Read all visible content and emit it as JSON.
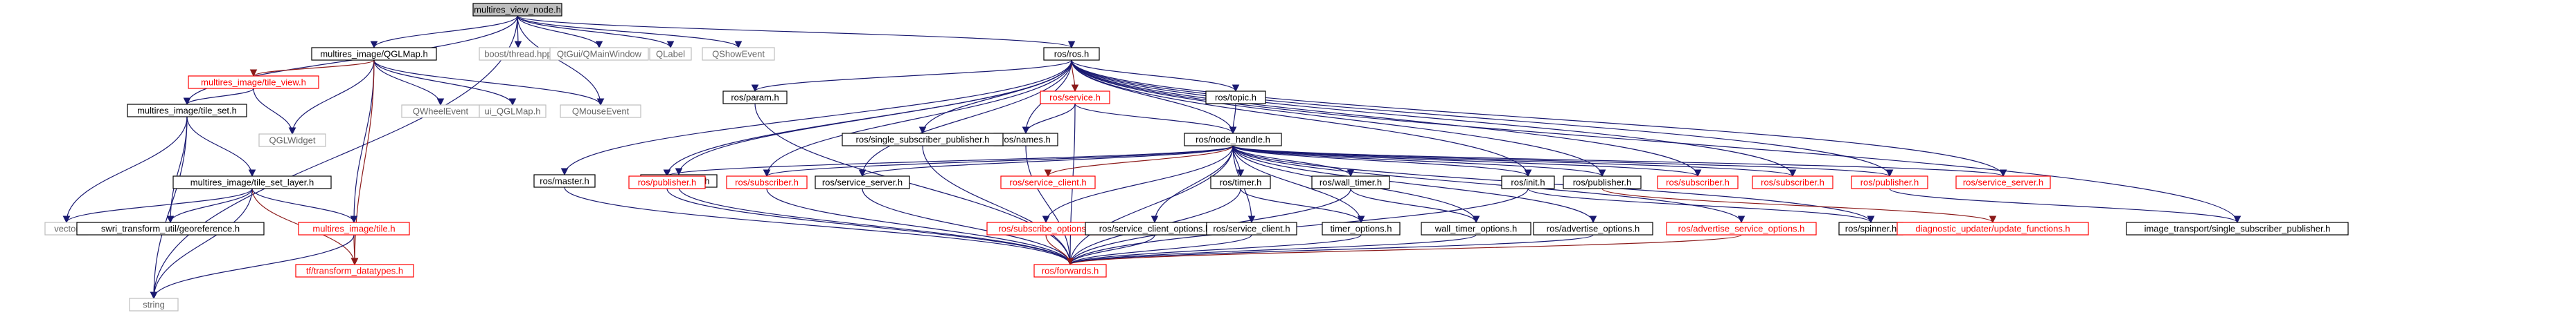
{
  "colors": {
    "edge_navy": "#191970",
    "edge_red": "#8b1a1a",
    "edge_gray": "#a9a9a9",
    "node_border_black": "#000000",
    "node_border_red": "#ff0000",
    "node_border_gray": "#bfbfbf",
    "root_fill": "#bfbfbf",
    "red_text": "#ff0000",
    "gray_text": "#666666"
  },
  "nodes": [
    {
      "id": "root",
      "label": "multires_view_node.h",
      "kind": "root"
    },
    {
      "id": "string",
      "label": "string",
      "kind": "external"
    },
    {
      "id": "tile_set",
      "label": "multires_image/tile_set.h",
      "kind": "file"
    },
    {
      "id": "qglmap",
      "label": "multires_image/QGLMap.h",
      "kind": "file"
    },
    {
      "id": "qmouse",
      "label": "QMouseEvent",
      "kind": "external"
    },
    {
      "id": "boostthread",
      "label": "boost/thread.hpp",
      "kind": "external"
    },
    {
      "id": "qmainwin",
      "label": "QtGui/QMainWindow",
      "kind": "external"
    },
    {
      "id": "qlabel",
      "label": "QLabel",
      "kind": "external"
    },
    {
      "id": "qshow",
      "label": "QShowEvent",
      "kind": "external"
    },
    {
      "id": "rosros",
      "label": "ros/ros.h",
      "kind": "file"
    },
    {
      "id": "tile_view",
      "label": "multires_image/tile_view.h",
      "kind": "red"
    },
    {
      "id": "qwheel",
      "label": "QWheelEvent",
      "kind": "external"
    },
    {
      "id": "ui_qglmap",
      "label": "ui_QGLMap.h",
      "kind": "external"
    },
    {
      "id": "qglwidget",
      "label": "QGLWidget",
      "kind": "external"
    },
    {
      "id": "tile_set_layer",
      "label": "multires_image/tile_set_layer.h",
      "kind": "file"
    },
    {
      "id": "vector",
      "label": "vector",
      "kind": "external"
    },
    {
      "id": "georef",
      "label": "swri_transform_util/georeference.h",
      "kind": "file"
    },
    {
      "id": "tile",
      "label": "multires_image/tile.h",
      "kind": "red"
    },
    {
      "id": "tftrans",
      "label": "tf/transform_datatypes.h",
      "kind": "red"
    },
    {
      "id": "rosmaster",
      "label": "ros/master.h",
      "kind": "file"
    },
    {
      "id": "thisnode",
      "label": "ros/this_node.h",
      "kind": "file"
    },
    {
      "id": "rosparam",
      "label": "ros/param.h",
      "kind": "file"
    },
    {
      "id": "rosservice",
      "label": "ros/service.h",
      "kind": "red"
    },
    {
      "id": "rosnames",
      "label": "ros/names.h",
      "kind": "file"
    },
    {
      "id": "singlesubpub",
      "label": "ros/single_subscriber_publisher.h",
      "kind": "file"
    },
    {
      "id": "rostopic",
      "label": "ros/topic.h",
      "kind": "file"
    },
    {
      "id": "nodehandle",
      "label": "ros/node_handle.h",
      "kind": "file"
    },
    {
      "id": "publisher1",
      "label": "ros/publisher.h",
      "kind": "red"
    },
    {
      "id": "subscriber1",
      "label": "ros/subscriber.h",
      "kind": "red"
    },
    {
      "id": "serviceserver1",
      "label": "ros/service_server.h",
      "kind": "file"
    },
    {
      "id": "serviceclient1",
      "label": "ros/service_client.h",
      "kind": "red"
    },
    {
      "id": "timer",
      "label": "ros/timer.h",
      "kind": "file"
    },
    {
      "id": "walltimer",
      "label": "ros/wall_timer.h",
      "kind": "file"
    },
    {
      "id": "init",
      "label": "ros/init.h",
      "kind": "file"
    },
    {
      "id": "publisher2",
      "label": "ros/publisher.h",
      "kind": "file"
    },
    {
      "id": "subscriber2",
      "label": "ros/subscriber.h",
      "kind": "red"
    },
    {
      "id": "subscriber3",
      "label": "ros/subscriber.h",
      "kind": "red"
    },
    {
      "id": "publisher3",
      "label": "ros/publisher.h",
      "kind": "red"
    },
    {
      "id": "serviceserver2",
      "label": "ros/service_server.h",
      "kind": "red"
    },
    {
      "id": "subopts",
      "label": "ros/subscribe_options.h",
      "kind": "red"
    },
    {
      "id": "scopts",
      "label": "ros/service_client_options.h",
      "kind": "file"
    },
    {
      "id": "serviceclient2",
      "label": "ros/service_client.h",
      "kind": "file"
    },
    {
      "id": "timeropts",
      "label": "timer_options.h",
      "kind": "file"
    },
    {
      "id": "walltimeropts",
      "label": "wall_timer_options.h",
      "kind": "file"
    },
    {
      "id": "advopts",
      "label": "ros/advertise_options.h",
      "kind": "file"
    },
    {
      "id": "advsvcopts",
      "label": "ros/advertise_service_options.h",
      "kind": "red"
    },
    {
      "id": "spinner",
      "label": "ros/spinner.h",
      "kind": "file"
    },
    {
      "id": "diag",
      "label": "diagnostic_updater/update_functions.h",
      "kind": "red"
    },
    {
      "id": "imgtrans",
      "label": "image_transport/single_subscriber_publisher.h",
      "kind": "file"
    },
    {
      "id": "forwards",
      "label": "ros/forwards.h",
      "kind": "red"
    }
  ],
  "edges": [
    {
      "from": "root",
      "to": "string",
      "color": "navy"
    },
    {
      "from": "root",
      "to": "tile_set",
      "color": "navy"
    },
    {
      "from": "root",
      "to": "qglmap",
      "color": "navy"
    },
    {
      "from": "root",
      "to": "qmouse",
      "color": "navy"
    },
    {
      "from": "root",
      "to": "boostthread",
      "color": "navy"
    },
    {
      "from": "root",
      "to": "qmainwin",
      "color": "navy"
    },
    {
      "from": "root",
      "to": "qlabel",
      "color": "navy"
    },
    {
      "from": "root",
      "to": "qshow",
      "color": "navy"
    },
    {
      "from": "root",
      "to": "rosros",
      "color": "navy"
    },
    {
      "from": "qglmap",
      "to": "tile_view",
      "color": "red"
    },
    {
      "from": "qglmap",
      "to": "qwheel",
      "color": "navy"
    },
    {
      "from": "qglmap",
      "to": "ui_qglmap",
      "color": "navy"
    },
    {
      "from": "qglmap",
      "to": "qmouse",
      "color": "navy"
    },
    {
      "from": "qglmap",
      "to": "qglwidget",
      "color": "navy"
    },
    {
      "from": "qglmap",
      "to": "tile",
      "color": "navy"
    },
    {
      "from": "qglmap",
      "to": "tftrans",
      "color": "red"
    },
    {
      "from": "tile_view",
      "to": "tile_set",
      "color": "navy"
    },
    {
      "from": "tile_view",
      "to": "qglwidget",
      "color": "navy"
    },
    {
      "from": "tile_set",
      "to": "tile_set_layer",
      "color": "navy"
    },
    {
      "from": "tile_set",
      "to": "vector",
      "color": "navy"
    },
    {
      "from": "tile_set",
      "to": "georef",
      "color": "navy"
    },
    {
      "from": "tile_set",
      "to": "string",
      "color": "navy"
    },
    {
      "from": "tile_set_layer",
      "to": "vector",
      "color": "navy"
    },
    {
      "from": "tile_set_layer",
      "to": "georef",
      "color": "navy"
    },
    {
      "from": "tile_set_layer",
      "to": "tile",
      "color": "navy"
    },
    {
      "from": "tile_set_layer",
      "to": "tftrans",
      "color": "red"
    },
    {
      "from": "tile_set_layer",
      "to": "string",
      "color": "navy"
    },
    {
      "from": "tile",
      "to": "tftrans",
      "color": "red"
    },
    {
      "from": "tile",
      "to": "string",
      "color": "navy"
    },
    {
      "from": "rosros",
      "to": "rosmaster",
      "color": "navy"
    },
    {
      "from": "rosros",
      "to": "thisnode",
      "color": "navy"
    },
    {
      "from": "rosros",
      "to": "rosparam",
      "color": "navy"
    },
    {
      "from": "rosros",
      "to": "rosservice",
      "color": "red"
    },
    {
      "from": "rosros",
      "to": "rosnames",
      "color": "navy"
    },
    {
      "from": "rosros",
      "to": "singlesubpub",
      "color": "navy"
    },
    {
      "from": "rosros",
      "to": "rostopic",
      "color": "navy"
    },
    {
      "from": "rosros",
      "to": "nodehandle",
      "color": "navy"
    },
    {
      "from": "rosros",
      "to": "publisher1",
      "color": "navy"
    },
    {
      "from": "rosros",
      "to": "subscriber1",
      "color": "navy"
    },
    {
      "from": "rosros",
      "to": "serviceserver1",
      "color": "navy"
    },
    {
      "from": "rosros",
      "to": "init",
      "color": "navy"
    },
    {
      "from": "rosros",
      "to": "publisher2",
      "color": "navy"
    },
    {
      "from": "rosros",
      "to": "subscriber2",
      "color": "navy"
    },
    {
      "from": "rosros",
      "to": "subscriber3",
      "color": "navy"
    },
    {
      "from": "rosros",
      "to": "publisher3",
      "color": "navy"
    },
    {
      "from": "rosros",
      "to": "serviceserver2",
      "color": "navy"
    },
    {
      "from": "rosros",
      "to": "imgtrans",
      "color": "navy"
    },
    {
      "from": "rosservice",
      "to": "rosnames",
      "color": "navy"
    },
    {
      "from": "rosservice",
      "to": "nodehandle",
      "color": "navy"
    },
    {
      "from": "rosservice",
      "to": "forwards",
      "color": "navy"
    },
    {
      "from": "rostopic",
      "to": "nodehandle",
      "color": "navy"
    },
    {
      "from": "rosmaster",
      "to": "forwards",
      "color": "navy"
    },
    {
      "from": "thisnode",
      "to": "forwards",
      "color": "navy"
    },
    {
      "from": "rosparam",
      "to": "forwards",
      "color": "navy"
    },
    {
      "from": "rosnames",
      "to": "forwards",
      "color": "navy"
    },
    {
      "from": "singlesubpub",
      "to": "forwards",
      "color": "navy"
    },
    {
      "from": "nodehandle",
      "to": "publisher1",
      "color": "navy"
    },
    {
      "from": "nodehandle",
      "to": "subscriber1",
      "color": "navy"
    },
    {
      "from": "nodehandle",
      "to": "serviceserver1",
      "color": "navy"
    },
    {
      "from": "nodehandle",
      "to": "serviceclient1",
      "color": "red"
    },
    {
      "from": "nodehandle",
      "to": "timer",
      "color": "navy"
    },
    {
      "from": "nodehandle",
      "to": "walltimer",
      "color": "navy"
    },
    {
      "from": "nodehandle",
      "to": "init",
      "color": "navy"
    },
    {
      "from": "nodehandle",
      "to": "publisher2",
      "color": "navy"
    },
    {
      "from": "nodehandle",
      "to": "subscriber2",
      "color": "navy"
    },
    {
      "from": "nodehandle",
      "to": "subscriber3",
      "color": "navy"
    },
    {
      "from": "nodehandle",
      "to": "publisher3",
      "color": "navy"
    },
    {
      "from": "nodehandle",
      "to": "serviceserver2",
      "color": "navy"
    },
    {
      "from": "nodehandle",
      "to": "subopts",
      "color": "navy"
    },
    {
      "from": "nodehandle",
      "to": "scopts",
      "color": "navy"
    },
    {
      "from": "nodehandle",
      "to": "serviceclient2",
      "color": "navy"
    },
    {
      "from": "nodehandle",
      "to": "timeropts",
      "color": "navy"
    },
    {
      "from": "nodehandle",
      "to": "walltimeropts",
      "color": "navy"
    },
    {
      "from": "nodehandle",
      "to": "advopts",
      "color": "navy"
    },
    {
      "from": "nodehandle",
      "to": "advsvcopts",
      "color": "navy"
    },
    {
      "from": "nodehandle",
      "to": "spinner",
      "color": "navy"
    },
    {
      "from": "nodehandle",
      "to": "forwards",
      "color": "navy"
    },
    {
      "from": "publisher1",
      "to": "forwards",
      "color": "navy"
    },
    {
      "from": "subscriber1",
      "to": "forwards",
      "color": "navy"
    },
    {
      "from": "serviceserver1",
      "to": "forwards",
      "color": "navy"
    },
    {
      "from": "timer",
      "to": "timeropts",
      "color": "navy"
    },
    {
      "from": "timer",
      "to": "forwards",
      "color": "navy"
    },
    {
      "from": "walltimer",
      "to": "walltimeropts",
      "color": "navy"
    },
    {
      "from": "walltimer",
      "to": "forwards",
      "color": "navy"
    },
    {
      "from": "init",
      "to": "spinner",
      "color": "navy"
    },
    {
      "from": "init",
      "to": "forwards",
      "color": "navy"
    },
    {
      "from": "subopts",
      "to": "forwards",
      "color": "red"
    },
    {
      "from": "scopts",
      "to": "forwards",
      "color": "navy"
    },
    {
      "from": "serviceclient2",
      "to": "forwards",
      "color": "navy"
    },
    {
      "from": "timeropts",
      "to": "forwards",
      "color": "navy"
    },
    {
      "from": "walltimeropts",
      "to": "forwards",
      "color": "navy"
    },
    {
      "from": "advopts",
      "to": "forwards",
      "color": "navy"
    },
    {
      "from": "advsvcopts",
      "to": "forwards",
      "color": "red"
    },
    {
      "from": "publisher2",
      "to": "diag",
      "color": "red"
    },
    {
      "from": "publisher3",
      "to": "imgtrans",
      "color": "navy"
    }
  ]
}
